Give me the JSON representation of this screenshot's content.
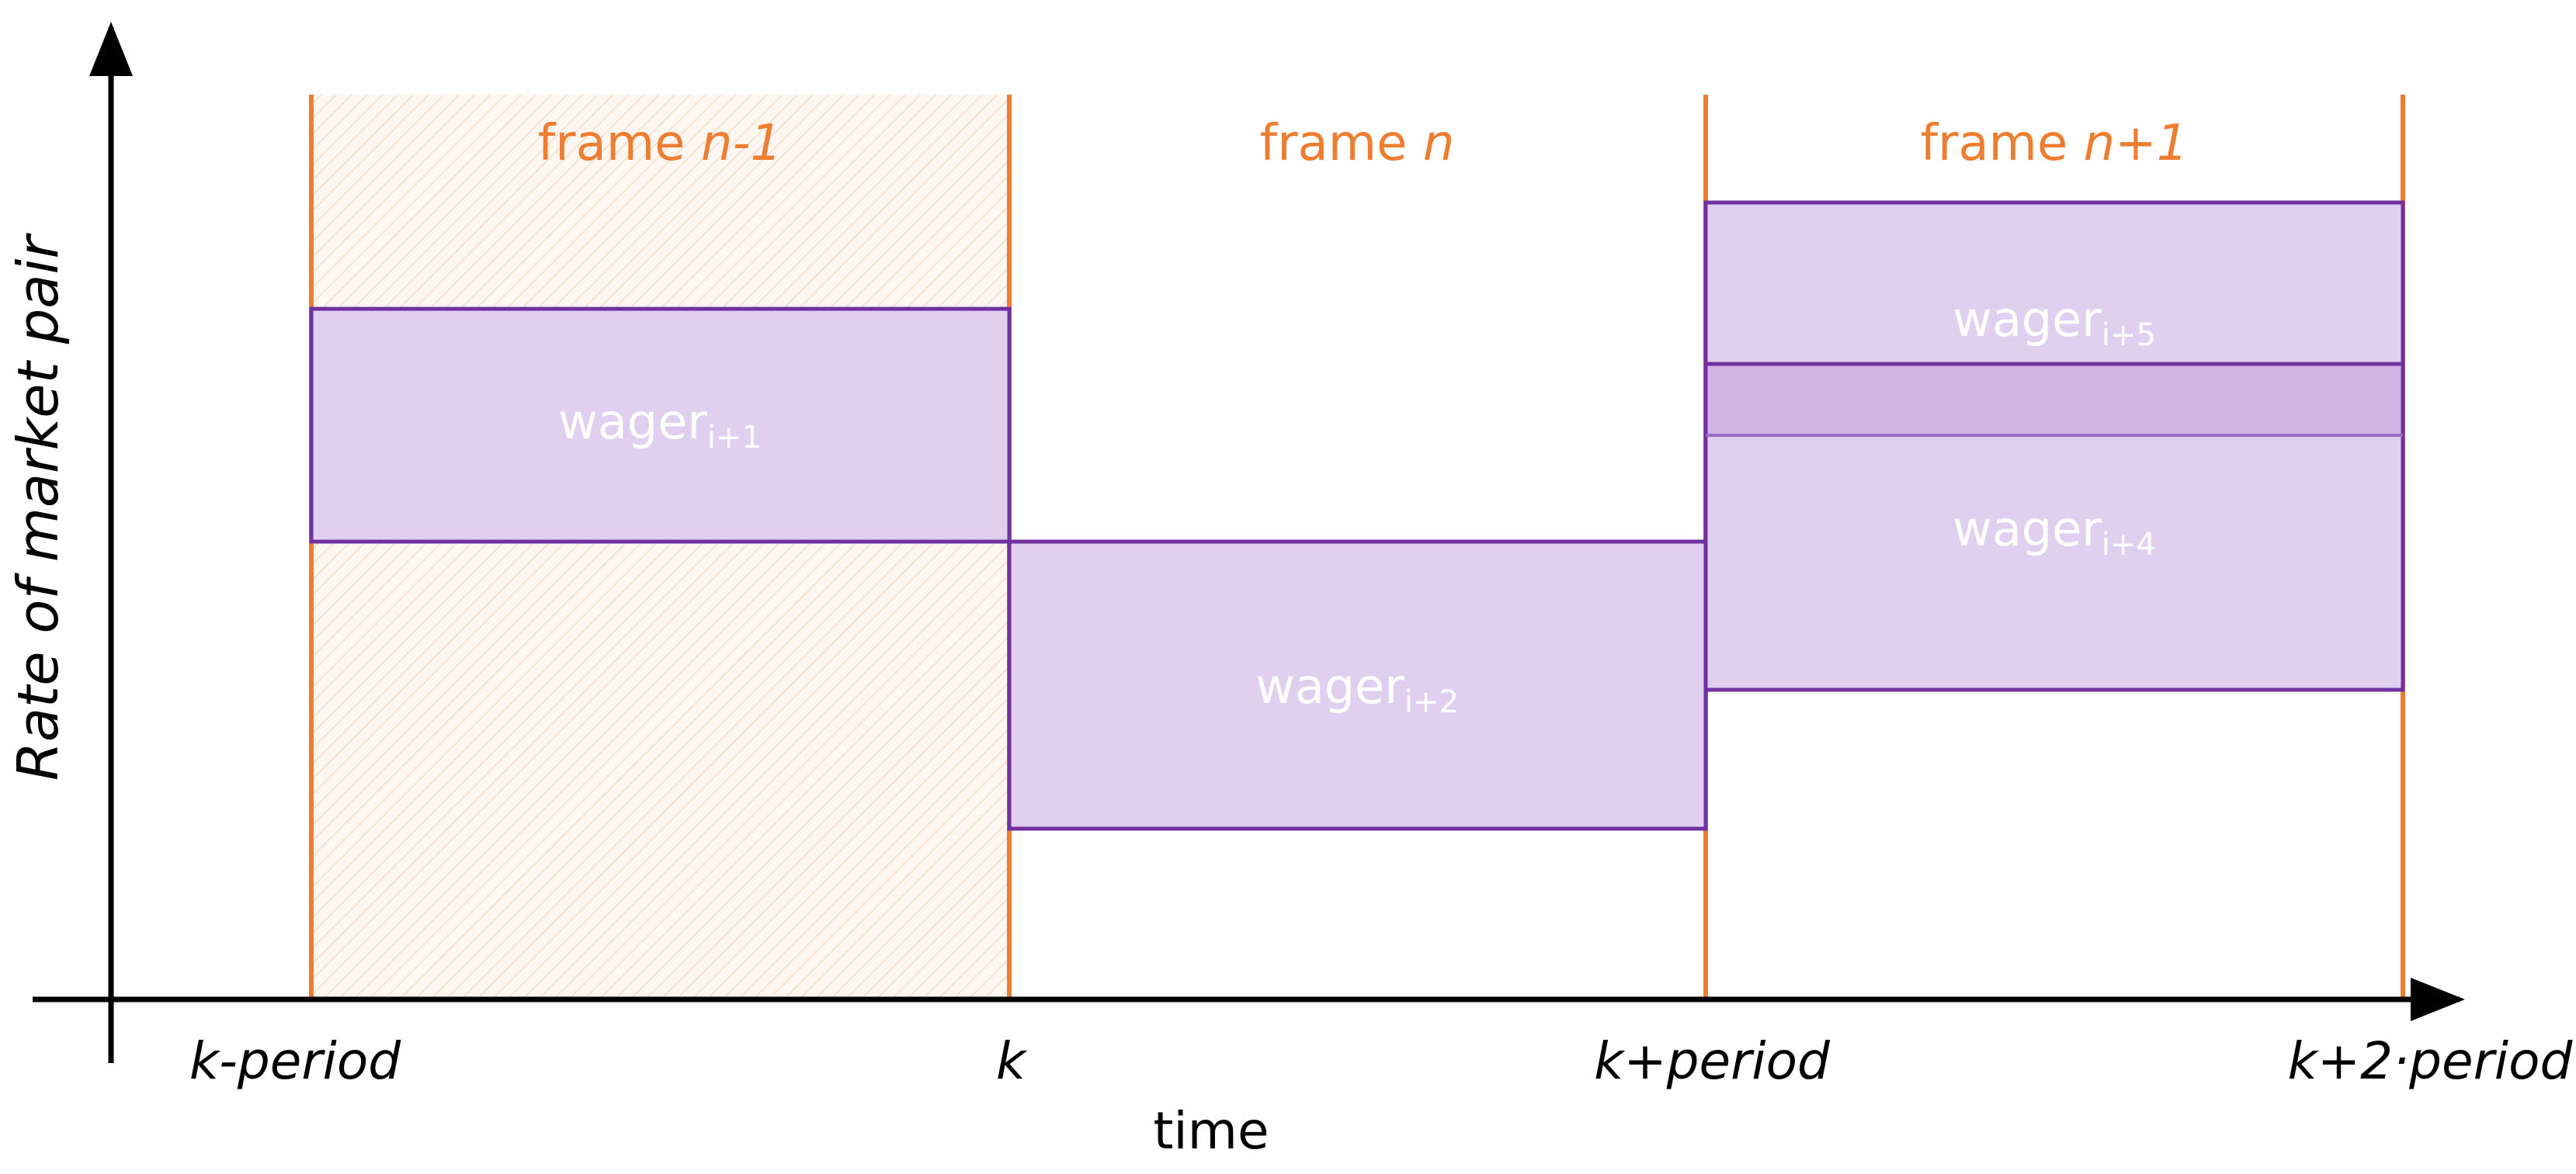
{
  "diagram": {
    "y_axis_label": "Rate of market pair",
    "x_axis_label": "time",
    "frames": [
      {
        "prefix": "frame ",
        "var": "n-1",
        "shaded": true
      },
      {
        "prefix": "frame ",
        "var": "n",
        "shaded": false
      },
      {
        "prefix": "frame ",
        "var": "n+1",
        "shaded": false
      }
    ],
    "time_ticks": [
      "k-period",
      "k",
      "k+period",
      "k+2·period"
    ],
    "wagers": [
      {
        "base": "wager",
        "sub": "i+1"
      },
      {
        "base": "wager",
        "sub": "i+2"
      },
      {
        "base": "wager",
        "sub": "i+5"
      },
      {
        "base": "wager",
        "sub": "i+4"
      }
    ],
    "colors": {
      "frame_line": "#ED7D31",
      "frame_label": "#ED7D31",
      "wager_fill": "#E1CFEF",
      "wager_overlap_fill": "#D2B3E6",
      "wager_stroke": "#7030A0",
      "wager_text": "#FFFFFF",
      "axis": "#000000"
    }
  }
}
